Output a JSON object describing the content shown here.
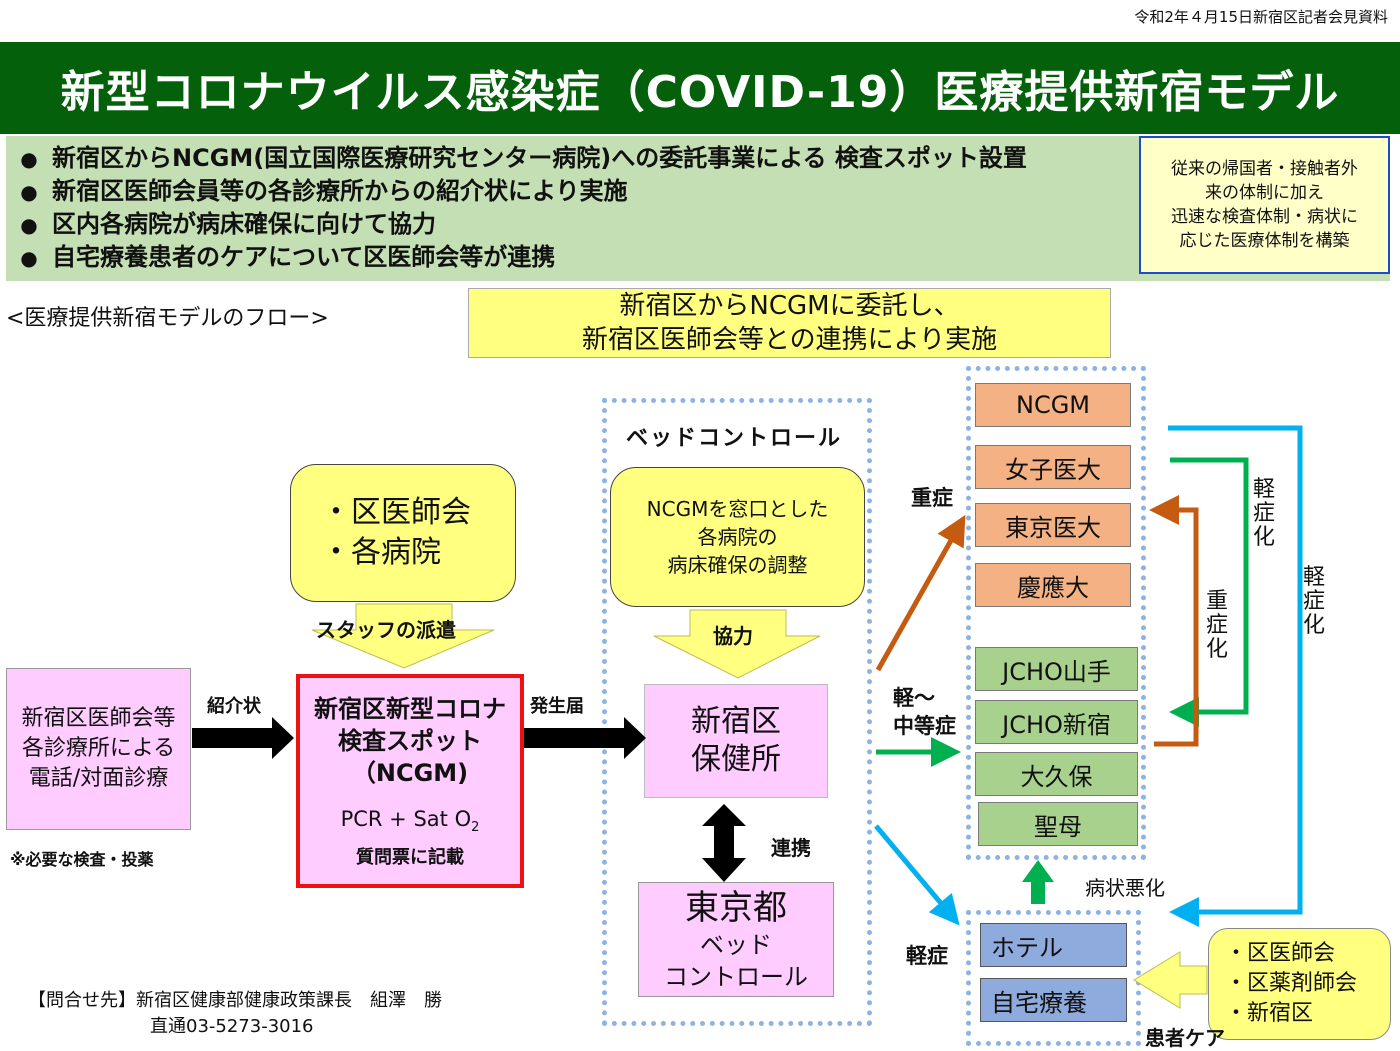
{
  "press_note": "令和2年４月15日新宿区記者会見資料",
  "title": "新型コロナウイルス感染症（COVID-19）医療提供新宿モデル",
  "bullets": [
    "新宿区からNCGM(国立国際医療研究センター病院)への委託事業による 検査スポット設置",
    "新宿区医師会員等の各診療所からの紹介状により実施",
    "区内各病院が病床確保に向けて協力",
    "自宅療養患者のケアについて区医師会等が連携"
  ],
  "side_note": [
    "従来の帰国者・接触者外",
    "来の体制に加え",
    "迅速な検査体制・病状に",
    "応じた医療体制を構築"
  ],
  "flow_heading": "<医療提供新宿モデルのフロー>",
  "banner": [
    "新宿区からNCGMに委託し、",
    "新宿区医師会等との連携により実施"
  ],
  "clinic": {
    "lines": [
      "新宿区医師会等",
      "各診療所による",
      "電話/対面診療"
    ],
    "note": "※必要な検査・投薬"
  },
  "label_referral": "紹介状",
  "dispatch": {
    "items": [
      "・区医師会",
      "・各病院"
    ],
    "label": "スタッフの派遣"
  },
  "test_spot": {
    "lines": [
      "新宿区新型コロナ",
      "検査スポット",
      "（NCGM)"
    ],
    "test": "PCR + Sat O",
    "test_sub": "2",
    "form": "質問票に記載"
  },
  "label_report": "発生届",
  "bed_control": {
    "title": "ベッドコントロール",
    "coordination": [
      "NCGMを窓口とした",
      "各病院の",
      "病床確保の調整"
    ],
    "cooperate": "協力",
    "health_center": [
      "新宿区",
      "保健所"
    ],
    "link": "連携",
    "tokyo": {
      "big": "東京都",
      "lines": [
        "ベッド",
        "コントロール"
      ]
    }
  },
  "hospitals": {
    "severe": [
      "NCGM",
      "女子医大",
      "東京医大",
      "慶應大"
    ],
    "moderate": [
      "JCHO山手",
      "JCHO新宿",
      "大久保",
      "聖母"
    ]
  },
  "home_care": [
    "ホテル",
    "自宅療養"
  ],
  "severity": {
    "severe": "重症",
    "moderate": [
      "軽～",
      "中等症"
    ],
    "mild": "軽症"
  },
  "transitions": {
    "to_mild_1": "軽症化",
    "to_severe": "重症化",
    "to_mild_2": "軽症化",
    "worsen": "病状悪化"
  },
  "care": {
    "items": [
      "・区医師会",
      "・区薬剤師会",
      "・新宿区"
    ],
    "label": "患者ケア"
  },
  "contact": {
    "label": "【問合せ先】",
    "name": "新宿区健康部健康政策課長　組澤　勝",
    "phone": "直通03-5273-3016"
  },
  "colors": {
    "title_bar": "#04600a",
    "panel": "#c4dfb3",
    "yellow": "#ffff80",
    "pink": "#ffccff",
    "orange_box": "#f4b183",
    "green_box": "#a9d18e",
    "blue_box": "#8faadc",
    "arrow_orange": "#c55a11",
    "arrow_green": "#00b050",
    "arrow_blue": "#00b0f0",
    "red_border": "#ee1111"
  }
}
